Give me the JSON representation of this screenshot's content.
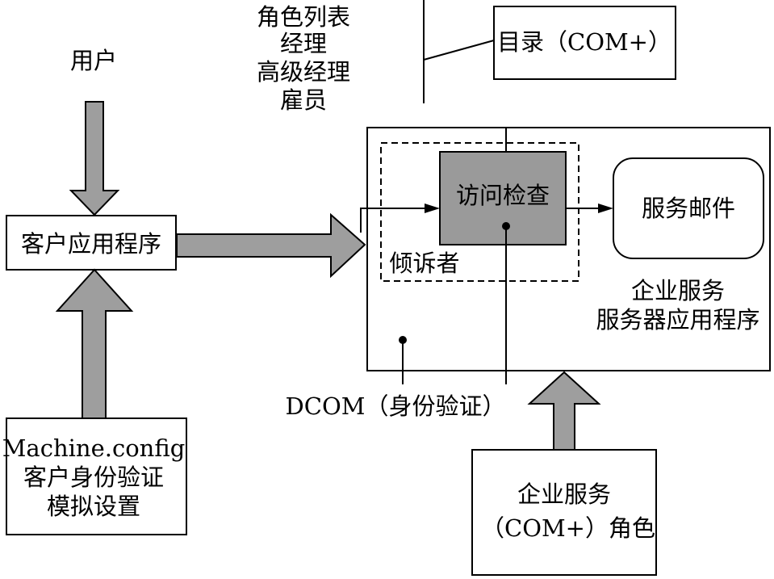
{
  "roles": {
    "title": "角色列表",
    "items": [
      "经理",
      "高级经理",
      "雇员"
    ]
  },
  "catalog": {
    "label": "目录（COM+）"
  },
  "user": {
    "label": "用户"
  },
  "client_app": {
    "label": "客户应用程序"
  },
  "access_check": {
    "label": "访问检查"
  },
  "mail_service": {
    "label": "服务邮件"
  },
  "listener": {
    "label": "倾诉者"
  },
  "server_app": {
    "line1": "企业服务",
    "line2": "服务器应用程序"
  },
  "dcom": {
    "label": "DCOM（身份验证）"
  },
  "machine_config": {
    "line1": "Machine.config",
    "line2": "客户身份验证",
    "line3": "模拟设置"
  },
  "es_roles": {
    "line1": "企业服务",
    "line2": "（COM+）角色"
  },
  "colors": {
    "arrow_fill": "#9e9e9e",
    "box_fill": "#9a9a9a",
    "stroke": "#000000"
  }
}
